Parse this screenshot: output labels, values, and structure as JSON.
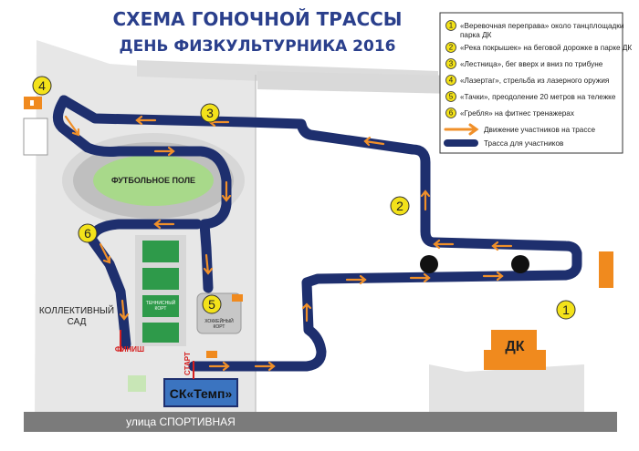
{
  "title": {
    "line1": "СХЕМА ГОНОЧНОЙ ТРАССЫ",
    "line2": "ДЕНЬ ФИЗКУЛЬТУРНИКА 2016"
  },
  "legend": {
    "items": [
      {
        "num": "1",
        "text": "«Веревочная переправа» около танцплощадки",
        "text2": "парка ДК"
      },
      {
        "num": "2",
        "text": "«Река покрышек» на беговой дорожке в парке ДК",
        "text2": ""
      },
      {
        "num": "3",
        "text": "«Лестница», бег вверх и вниз по трибуне",
        "text2": ""
      },
      {
        "num": "4",
        "text": "«Лазертаг», стрельба из лазерного оружия",
        "text2": ""
      },
      {
        "num": "5",
        "text": "«Тачки», преодоление 20 метров на тележке",
        "text2": ""
      },
      {
        "num": "6",
        "text": "«Гребля» на фитнес тренажерах",
        "text2": ""
      }
    ],
    "arrow_label": "Движение участников на трассе",
    "track_label": "Трасса для участников"
  },
  "map": {
    "football_field": "ФУТБОЛЬНОЕ ПОЛЕ",
    "tennis_court_1": "ТЕННИСНЫЙ",
    "tennis_court_2": "КОРТ",
    "hockey_court_1": "ХОККЕЙНЫЙ",
    "hockey_court_2": "КОРТ",
    "garden_1": "КОЛЛЕКТИВНЫЙ",
    "garden_2": "САД",
    "finish": "ФИНИШ",
    "start": "СТАРТ",
    "dk": "ДК",
    "sk": "СК«Темп»",
    "street": "улица СПОРТИВНАЯ"
  },
  "markers": [
    "1",
    "2",
    "3",
    "4",
    "5",
    "6"
  ],
  "colors": {
    "track": "#1e2f6e",
    "arrow": "#f0902a",
    "marker": "#f3e21a",
    "title": "#2a3f8c",
    "building_orange": "#f08a1e",
    "field_green": "#a8d98a",
    "court_green": "#2e9a4a",
    "road_grey": "#7a7a7a",
    "area_grey": "#d8d8d8",
    "sk_blue": "#3b74c0"
  }
}
